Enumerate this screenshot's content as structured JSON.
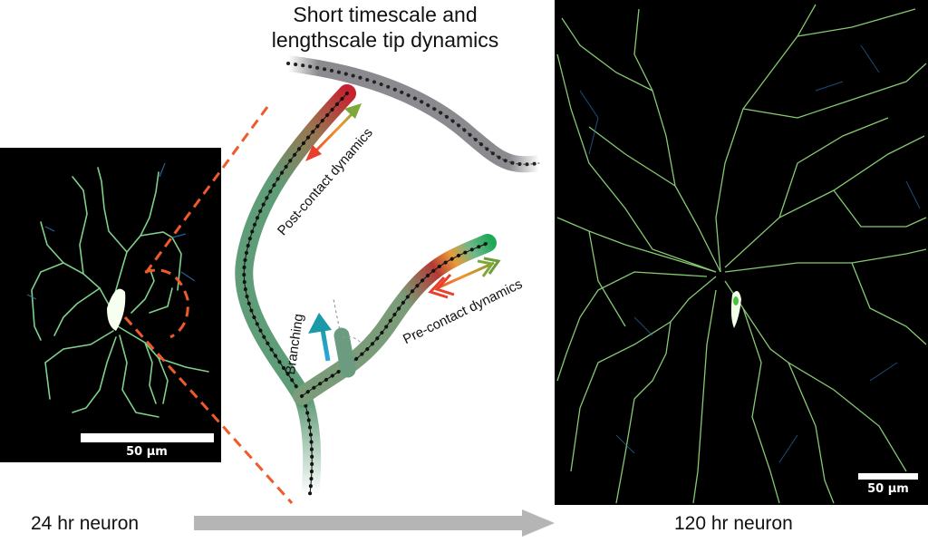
{
  "title": {
    "line1": "Short timescale and",
    "line2": "lengthscale tip dynamics"
  },
  "left_panel": {
    "label": "24 hr neuron",
    "scale_bar": "50 µm",
    "background": "#000000"
  },
  "right_panel": {
    "label": "120 hr neuron",
    "scale_bar": "50 µm",
    "background": "#000000"
  },
  "diagram": {
    "post_contact_label": "Post-contact dynamics",
    "pre_contact_label": "Pre-contact dynamics",
    "branching_label": "Branching",
    "colors": {
      "dendrite_green": "#5f9c78",
      "contact_grey": "#8a8a8f",
      "tip_red": "#c8202e",
      "tip_orange": "#e89a3a",
      "tip_green": "#1ea857",
      "branch_arrow": "#2aa8d8",
      "zoom_dash": "#ef5a2a"
    }
  },
  "timeline_arrow": {
    "color": "#b5b5b5",
    "direction": "right"
  }
}
